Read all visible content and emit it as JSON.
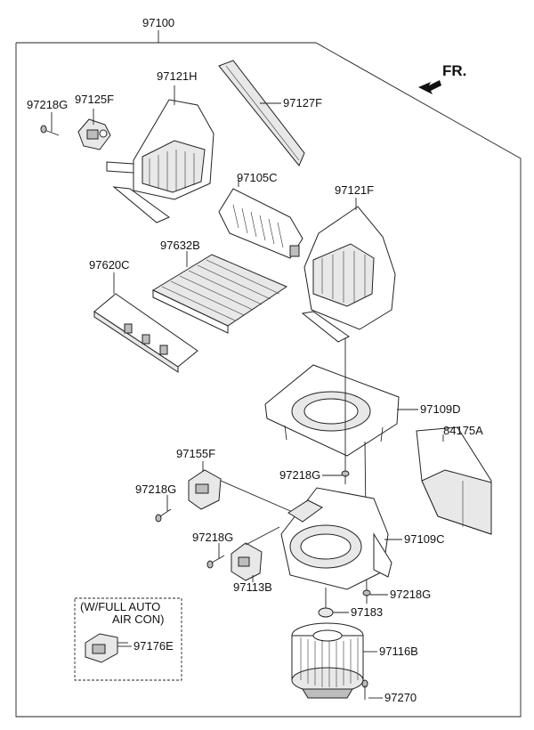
{
  "diagram": {
    "assembly_label": "97100",
    "direction_label": "FR.",
    "parts": {
      "p97218G_top": "97218G",
      "p97125F": "97125F",
      "p97121H": "97121H",
      "p97127F": "97127F",
      "p97105C": "97105C",
      "p97121F": "97121F",
      "p97632B": "97632B",
      "p97620C": "97620C",
      "p97109D": "97109D",
      "p84175A": "84175A",
      "p97218G_mid": "97218G",
      "p97155F": "97155F",
      "p97218G_left": "97218G",
      "p97218G_lower": "97218G",
      "p97109C": "97109C",
      "p97113B": "97113B",
      "p97218G_right": "97218G",
      "p97183": "97183",
      "p97176E": "97176E",
      "p97116B": "97116B",
      "p97270": "97270"
    },
    "option_box": {
      "line1": "(W/FULL AUTO",
      "line2": "AIR CON)"
    }
  }
}
